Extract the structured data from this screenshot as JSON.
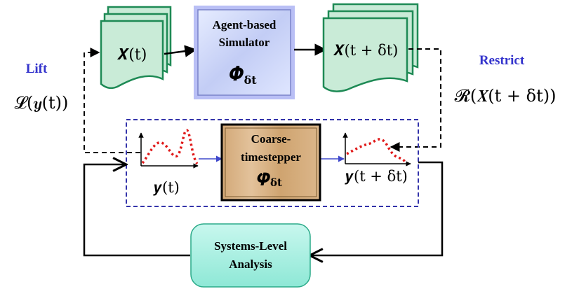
{
  "diagram": {
    "lift_label": "Lift",
    "lift_operator": "𝓛(𝒚(t))",
    "restrict_label": "Restrict",
    "restrict_operator": "𝓡(𝑿(t + δt))",
    "micro_state_in": "𝑿(t)",
    "micro_state_out": "𝑿(t + δt)",
    "simulator": {
      "line1": "Agent-based",
      "line2": "Simulator",
      "symbol": "𝜱",
      "subscript": "δt"
    },
    "coarse": {
      "line1": "Coarse-",
      "line2": "timestepper",
      "symbol": "𝝋",
      "subscript": "δt"
    },
    "macro_state_in": "𝒚(t)",
    "macro_state_out": "𝒚(t + δt)",
    "analysis": {
      "line1": "Systems-Level",
      "line2": "Analysis"
    }
  },
  "colors": {
    "doc_fill": "#c9ebd7",
    "doc_stroke": "#1e8a55",
    "label_blue": "#3333cc",
    "dashed_box": "#3333aa",
    "curve_red": "#e01818",
    "analysis_fill": "#a8f0e4",
    "analysis_stroke": "#2aaa88"
  }
}
